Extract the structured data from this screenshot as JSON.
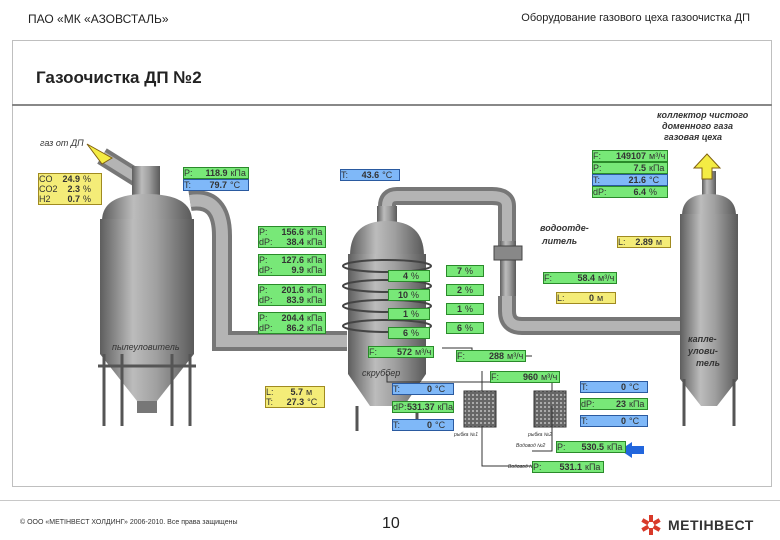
{
  "header": {
    "company": "ПАО «МК «АЗОВСТАЛЬ»",
    "section": "Оборудование газового цеха газоочистка ДП"
  },
  "title": "Газоочистка ДП №2",
  "labels": {
    "gas_from_dp": "газ от ДП",
    "dust_catcher": "пылеуловитель",
    "scrubber": "скруббер",
    "water_separator_1": "водоотде-",
    "water_separator_2": "литель",
    "collector_1": "коллектор чистого",
    "collector_2": "доменного газа",
    "collector_3": "газовая цеха",
    "drop_catcher_1": "капле-",
    "drop_catcher_2": "улови-",
    "drop_catcher_3": "тель",
    "rods_1": "рыбка №1",
    "rods_2": "рыбка №2",
    "water_2": "Водовод №2",
    "water_1": "Водовод №1"
  },
  "gas_composition": {
    "rows": [
      {
        "name": "CO",
        "value": "24.9",
        "unit": "%"
      },
      {
        "name": "CO2",
        "value": "2.3",
        "unit": "%"
      },
      {
        "name": "H2",
        "value": "0.7",
        "unit": "%"
      }
    ]
  },
  "inlet": {
    "p_label": "P:",
    "p_value": "118.9",
    "p_unit": "кПа",
    "t_label": "T:",
    "t_value": "79.7",
    "t_unit": "°C"
  },
  "top_temp": {
    "label": "T:",
    "value": "43.6",
    "unit": "°C"
  },
  "collector": {
    "f_label": "F:",
    "f_value": "149107",
    "f_unit": "м³/ч",
    "p_label": "P:",
    "p_value": "7.5",
    "p_unit": "кПа",
    "t_label": "T:",
    "t_value": "21.6",
    "t_unit": "°C",
    "dp_label": "dP:",
    "dp_value": "6.4",
    "dp_unit": "%"
  },
  "scrubber_levels": [
    {
      "p_label": "P:",
      "p_value": "156.6",
      "p_unit": "кПа",
      "dp_label": "dP:",
      "dp_value": "38.4",
      "dp_unit": "кПа"
    },
    {
      "p_label": "P:",
      "p_value": "127.6",
      "p_unit": "кПа",
      "dp_label": "dP:",
      "dp_value": "9.9",
      "dp_unit": "кПа"
    },
    {
      "p_label": "P:",
      "p_value": "201.6",
      "p_unit": "кПа",
      "dp_label": "dP:",
      "dp_value": "83.9",
      "dp_unit": "кПа"
    },
    {
      "p_label": "P:",
      "p_value": "204.4",
      "p_unit": "кПа",
      "dp_label": "dP:",
      "dp_value": "86.2",
      "dp_unit": "кПа"
    }
  ],
  "valves_left": [
    {
      "value": "4",
      "unit": "%"
    },
    {
      "value": "10",
      "unit": "%"
    },
    {
      "value": "1",
      "unit": "%"
    },
    {
      "value": "6",
      "unit": "%"
    }
  ],
  "valves_right": [
    {
      "value": "7",
      "unit": "%"
    },
    {
      "value": "2",
      "unit": "%"
    },
    {
      "value": "1",
      "unit": "%"
    },
    {
      "value": "6",
      "unit": "%"
    }
  ],
  "scrubber_flow": {
    "label": "F:",
    "value": "572",
    "unit": "м³/ч"
  },
  "separator_level": {
    "label": "L:",
    "value": "2.89",
    "unit": "м"
  },
  "separator_flow": {
    "label": "F:",
    "value": "58.4",
    "unit": "м³/ч"
  },
  "separator_level2": {
    "label": "L:",
    "value": "0",
    "unit": "м"
  },
  "flow_288": {
    "label": "F:",
    "value": "288",
    "unit": "м³/ч"
  },
  "flow_960": {
    "label": "F:",
    "value": "960",
    "unit": "м³/ч"
  },
  "dust_level": {
    "l_label": "L:",
    "l_value": "5.7",
    "l_unit": "м",
    "t_label": "T:",
    "t_value": "27.3",
    "t_unit": "°C"
  },
  "filter_left": {
    "t1_label": "T:",
    "t1_value": "0",
    "t1_unit": "°C",
    "dp_label": "dP:",
    "dp_value": "531.37",
    "dp_unit": "кПа",
    "t2_label": "T:",
    "t2_value": "0",
    "t2_unit": "°C"
  },
  "filter_right": {
    "t1_label": "T:",
    "t1_value": "0",
    "t1_unit": "°C",
    "dp_label": "dP:",
    "dp_value": "23",
    "dp_unit": "кПа",
    "t2_label": "T:",
    "t2_value": "0",
    "t2_unit": "°C"
  },
  "water_p2": {
    "label": "P:",
    "value": "530.5",
    "unit": "кПа"
  },
  "water_p1": {
    "label": "P:",
    "value": "531.1",
    "unit": "кПа"
  },
  "footer": {
    "copyright": "© ООО «МЕТІНВЕСТ ХОЛДИНГ» 2006-2010. Все права защищены",
    "page": "10",
    "brand": "МЕТІНВЕСТ"
  },
  "colors": {
    "equipment": "#9a9a9a",
    "value_green": "#78e878",
    "value_blue": "#7fb8f8",
    "value_yellow": "#f4ec78",
    "arrow_yellow": "#f4ec44",
    "arrow_blue": "#2266dd",
    "brand_red": "#d83a2a"
  }
}
